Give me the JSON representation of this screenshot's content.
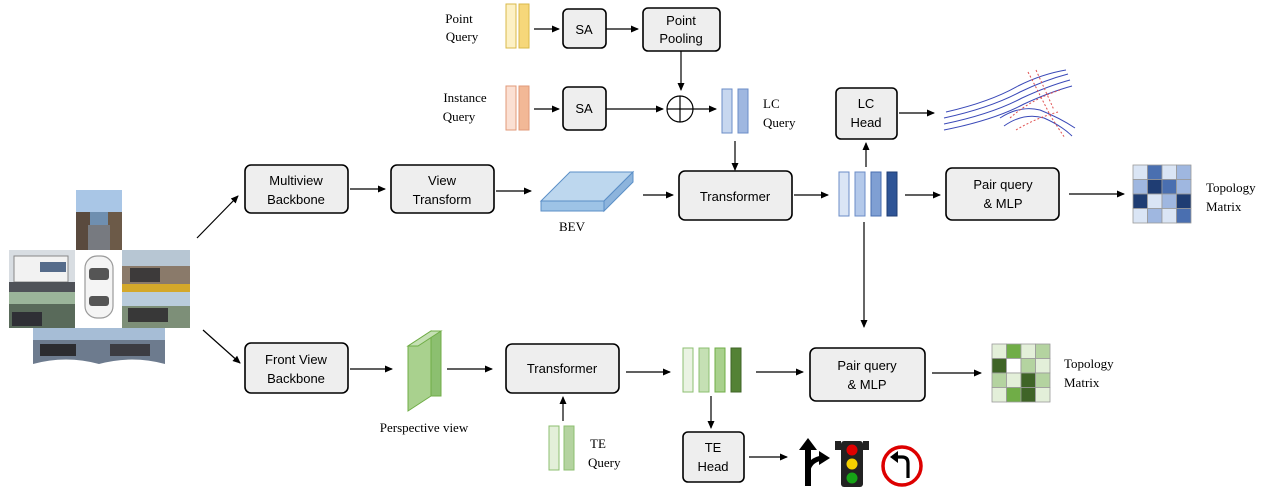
{
  "labels": {
    "point_query_1": "Point",
    "point_query_2": "Query",
    "sa_top": "SA",
    "point_pooling_1": "Point",
    "point_pooling_2": "Pooling",
    "instance_query_1": "Instance",
    "instance_query_2": "Query",
    "sa_mid": "SA",
    "lc_query_1": "LC",
    "lc_query_2": "Query",
    "lc_head_1": "LC",
    "lc_head_2": "Head",
    "multiview_1": "Multiview",
    "multiview_2": "Backbone",
    "view_transform_1": "View",
    "view_transform_2": "Transform",
    "bev": "BEV",
    "transformer_top": "Transformer",
    "pair_top_1": "Pair query",
    "pair_top_2": "& MLP",
    "topology_top_1": "Topology",
    "topology_top_2": "Matrix",
    "front_view_1": "Front View",
    "front_view_2": "Backbone",
    "perspective_view": "Perspective view",
    "transformer_bottom": "Transformer",
    "te_query_1": "TE",
    "te_query_2": "Query",
    "pair_bottom_1": "Pair query",
    "pair_bottom_2": "& MLP",
    "topology_bottom_1": "Topology",
    "topology_bottom_2": "Matrix",
    "te_head_1": "TE",
    "te_head_2": "Head"
  },
  "colors": {
    "box_fill": "#eeeeee",
    "yellow_light": "#fdf1c4",
    "yellow_dark": "#f6d77a",
    "orange_light": "#fbe0d3",
    "orange_dark": "#f2b896",
    "blue_light": "#c7d7ef",
    "blue_mid": "#9fb7e0",
    "blue_dark": "#2f5597",
    "green_light": "#e3efd9",
    "green_mid": "#b4d3a0",
    "green_dark": "#548235",
    "bev_fill": "#bdd7ee",
    "traffic_red": "#e00000",
    "traffic_yellow": "#f4d000",
    "traffic_green": "#16a316"
  },
  "matrix_top": [
    [
      1,
      3,
      1,
      2
    ],
    [
      2,
      4,
      3,
      2
    ],
    [
      4,
      1,
      2,
      4
    ],
    [
      1,
      2,
      1,
      3
    ]
  ],
  "matrix_bottom": [
    [
      1,
      3,
      1,
      2
    ],
    [
      4,
      0,
      2,
      1
    ],
    [
      2,
      1,
      4,
      2
    ],
    [
      1,
      3,
      4,
      1
    ]
  ],
  "icons": [
    "go-straight-or-right-icon",
    "traffic-light-icon",
    "no-left-turn-icon",
    "camera-views-icon",
    "lane-centerline-icon"
  ]
}
